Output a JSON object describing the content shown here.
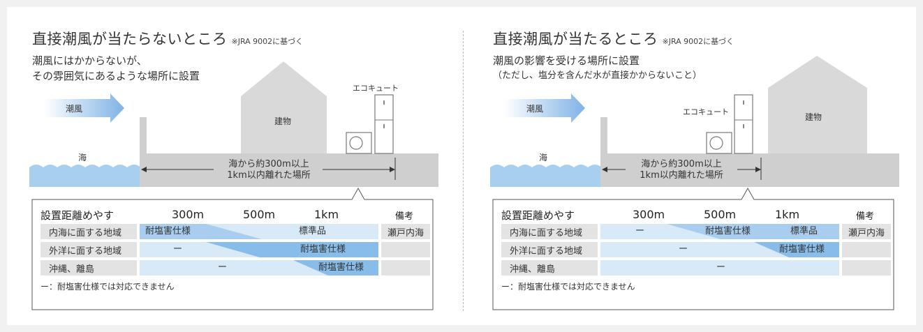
{
  "left": {
    "title": "直接潮風が当たらないところ",
    "title_note": "※JRA 9002に基づく",
    "subtitle_lines": [
      "潮風にはかからないが、",
      "その雰囲気にあるような場所に設置"
    ],
    "labels": {
      "wind": "潮風",
      "sea": "海",
      "building": "建物",
      "ecocute": "エコキュート",
      "distance_line1": "海から約300m以上",
      "distance_line2": "1km以内離れた場所"
    },
    "table": {
      "header": {
        "title": "設置距離めやす",
        "d300": "300m",
        "d500": "500m",
        "d1km": "1km",
        "remarks": "備考"
      },
      "rows": [
        {
          "label": "内海に面する地域",
          "left_text": "耐塩害仕様",
          "right_text": "標準品",
          "remark": "瀬戸内海"
        },
        {
          "label": "外洋に面する地域",
          "left_text": "ー",
          "right_text": "耐塩害仕様",
          "remark": ""
        },
        {
          "label": "沖縄、離島",
          "left_text": "ー",
          "right_text": "耐塩害仕様",
          "remark": ""
        }
      ],
      "footnote": "ー：耐塩害仕様では対応できません"
    }
  },
  "right": {
    "title": "直接潮風が当たるところ",
    "title_note": "※JRA 9002に基づく",
    "subtitle_lines": [
      "潮風の影響を受ける場所に設置",
      "（ただし、塩分を含んだ水が直接かからないこと）"
    ],
    "labels": {
      "wind": "潮風",
      "sea": "海",
      "building": "建物",
      "ecocute": "エコキュート",
      "distance_line1": "海から約300m以上",
      "distance_line2": "1km以内離れた場所"
    },
    "table": {
      "header": {
        "title": "設置距離めやす",
        "d300": "300m",
        "d500": "500m",
        "d1km": "1km",
        "remarks": "備考"
      },
      "rows": [
        {
          "label": "内海に面する地域",
          "left_text": "ー",
          "mid_text": "耐塩害仕様",
          "right_text": "標準品",
          "remark": "瀬戸内海"
        },
        {
          "label": "外洋に面する地域",
          "left_text": "ー",
          "right_text": "耐塩害仕様",
          "remark": ""
        },
        {
          "label": "沖縄、離島",
          "left_text": "ー",
          "remark": ""
        }
      ],
      "footnote": "ー：耐塩害仕様では対応できません"
    }
  },
  "colors": {
    "sea": "#a8cfee",
    "ground": "#cfcfcf",
    "building": "#d6d6d6",
    "wind_arrow": "#7fb3e6",
    "light_blue": "#d8e9f8",
    "mid_blue": "#a9cdee",
    "strong_blue": "#88bde9",
    "gray_cell": "#e3e3e3"
  }
}
